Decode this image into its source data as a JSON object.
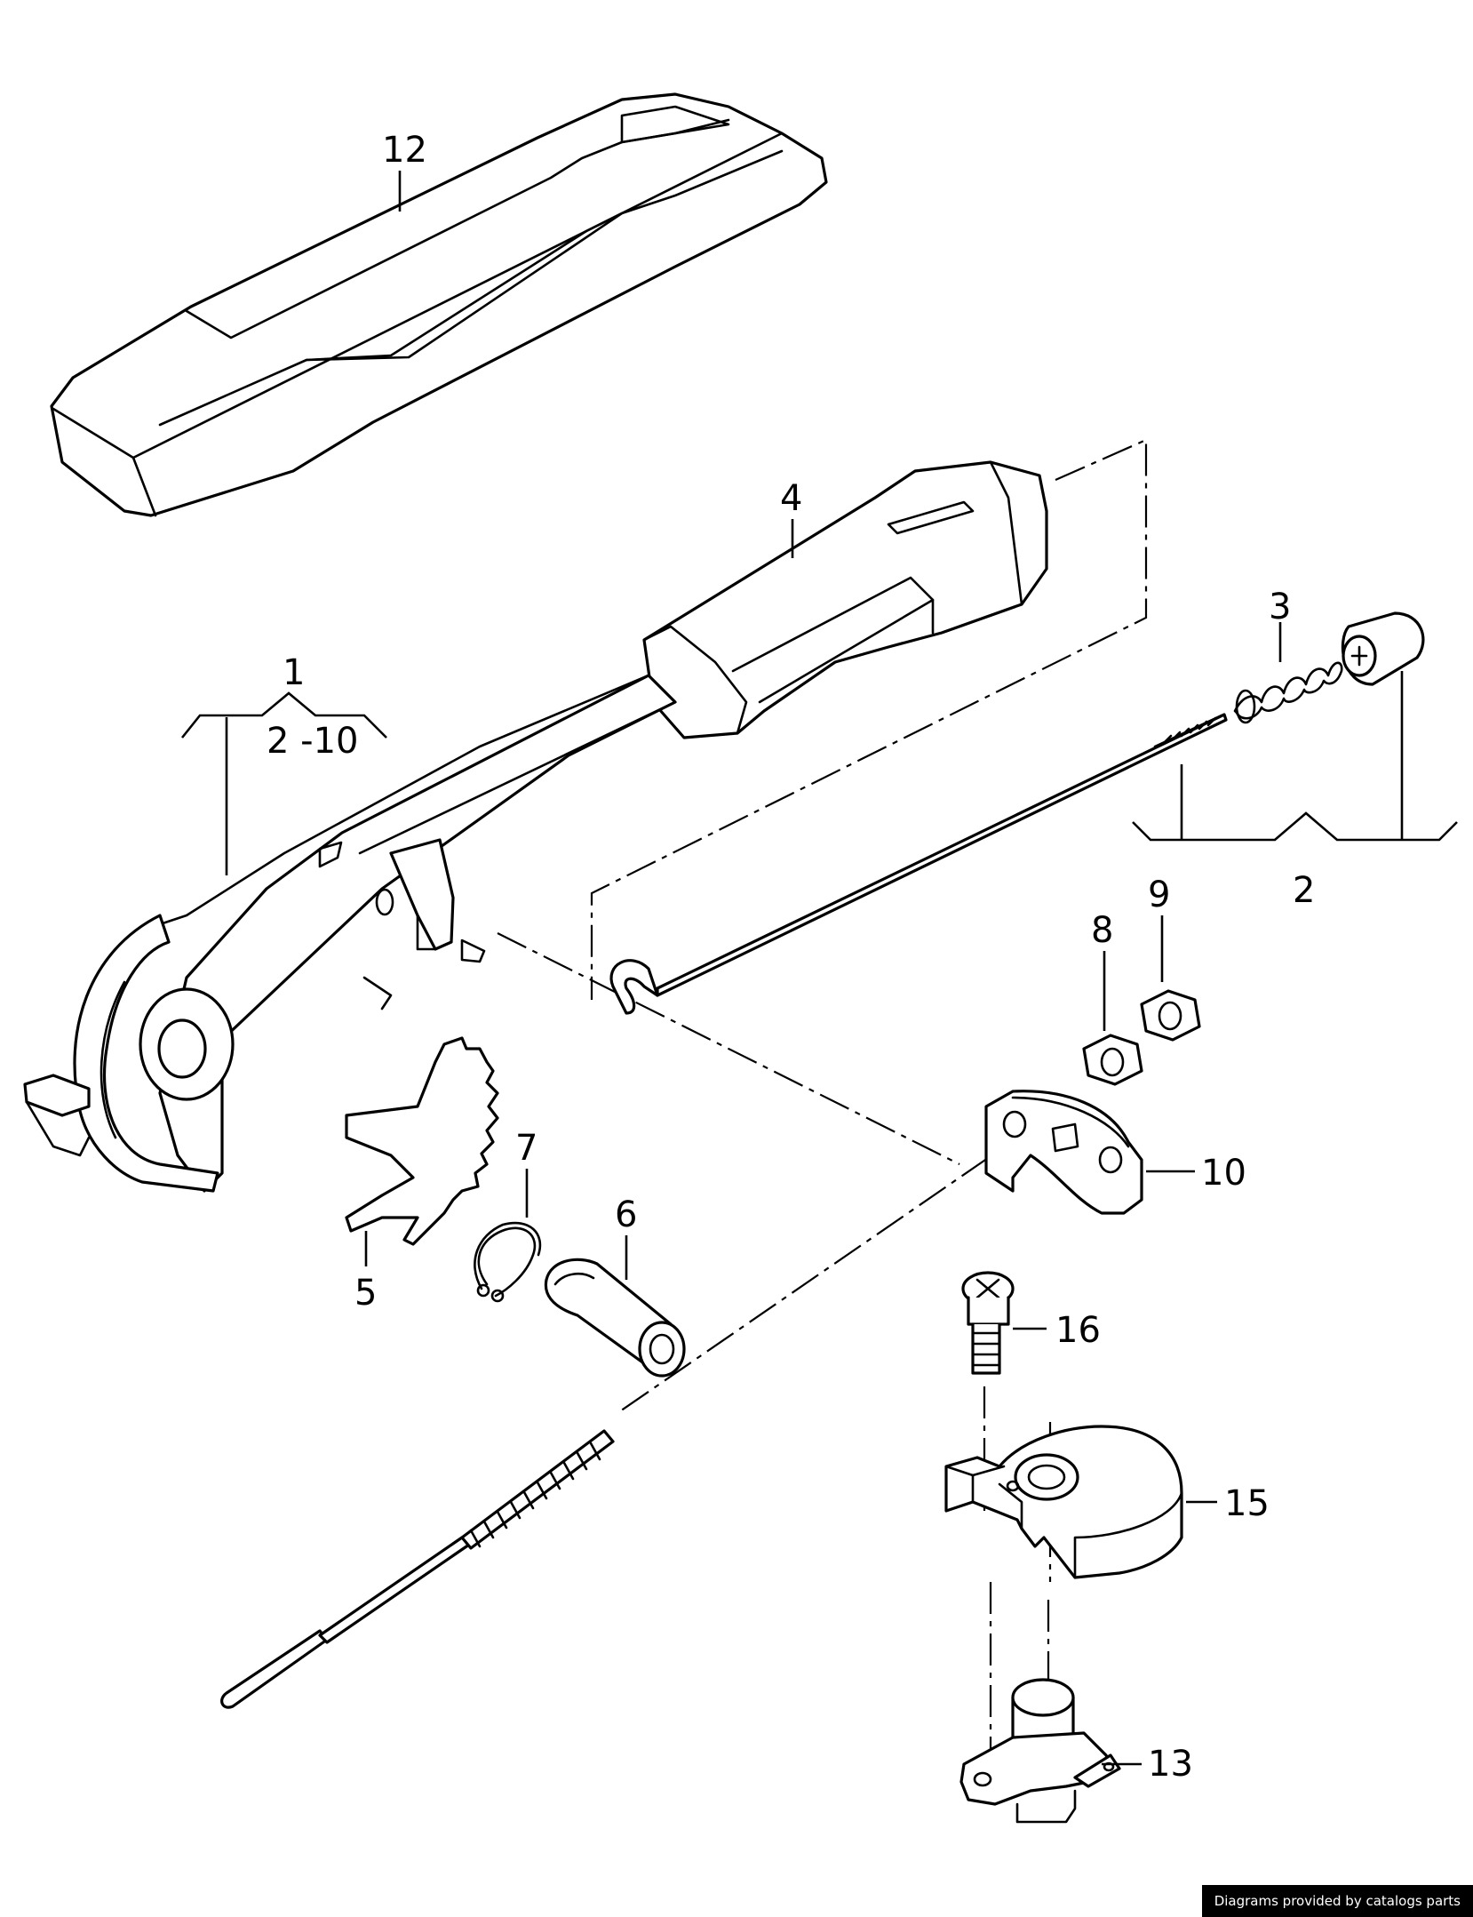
{
  "callouts": {
    "c1": "1",
    "c1_range": "2 -10",
    "c2": "2",
    "c3": "3",
    "c4": "4",
    "c5": "5",
    "c6": "6",
    "c7": "7",
    "c8": "8",
    "c9": "9",
    "c10": "10",
    "c12": "12",
    "c13": "13",
    "c15": "15",
    "c16": "16"
  },
  "footer": {
    "credit": "Diagrams provided by catalogs parts"
  },
  "colors": {
    "line": "#000000",
    "background": "#ffffff",
    "footer_background": "#000000",
    "footer_text": "#ffffff"
  }
}
